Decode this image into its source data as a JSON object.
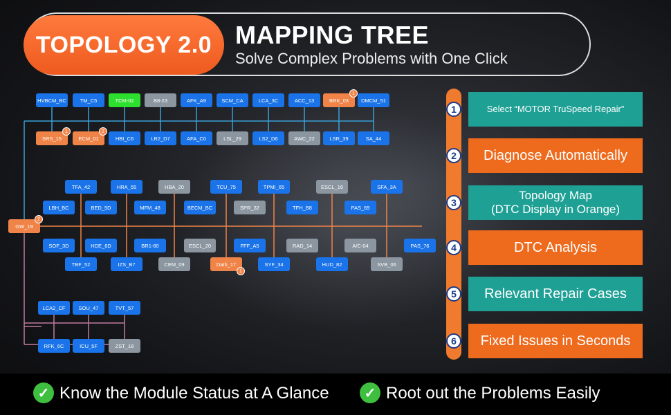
{
  "header": {
    "badge": "TOPOLOGY 2.0",
    "title": "MAPPING TREE",
    "subtitle": "Solve Complex Problems with One Click"
  },
  "modules": [
    {
      "label": "HVBCM_BC",
      "color": "blue"
    },
    {
      "label": "TM_C5",
      "color": "blue"
    },
    {
      "label": "TCM-02",
      "color": "green"
    },
    {
      "label": "B8-23",
      "color": "gray"
    },
    {
      "label": "AFK_A9",
      "color": "blue"
    },
    {
      "label": "SCM_CA",
      "color": "blue"
    },
    {
      "label": "LCA_3C",
      "color": "blue"
    },
    {
      "label": "ACC_13",
      "color": "blue"
    },
    {
      "label": "BRK_03",
      "color": "orange",
      "dtc": "1"
    },
    {
      "label": "DMCM_51",
      "color": "blue"
    },
    {
      "label": "SRS_15",
      "color": "orange",
      "dtc": "1"
    },
    {
      "label": "ECM_01",
      "color": "orange",
      "dtc": "2"
    },
    {
      "label": "HBI_C6",
      "color": "blue"
    },
    {
      "label": "LR2_D7",
      "color": "blue"
    },
    {
      "label": "AFA_C0",
      "color": "blue"
    },
    {
      "label": "LSL_29",
      "color": "gray"
    },
    {
      "label": "LS2_D6",
      "color": "blue"
    },
    {
      "label": "AWC_22",
      "color": "gray"
    },
    {
      "label": "LSR_39",
      "color": "blue"
    },
    {
      "label": "SA_44",
      "color": "blue"
    },
    {
      "label": "GW_19",
      "color": "orange",
      "dtc": "2"
    },
    {
      "label": "TFA_42",
      "color": "blue"
    },
    {
      "label": "HRA_55",
      "color": "blue"
    },
    {
      "label": "HBA_20",
      "color": "gray"
    },
    {
      "label": "TCU_75",
      "color": "blue"
    },
    {
      "label": "TPMI_65",
      "color": "blue"
    },
    {
      "label": "ESCL_16",
      "color": "gray"
    },
    {
      "label": "SFA_3A",
      "color": "blue"
    },
    {
      "label": "LBH_BC",
      "color": "blue"
    },
    {
      "label": "BED_5D",
      "color": "blue"
    },
    {
      "label": "MFM_48",
      "color": "blue"
    },
    {
      "label": "BECM_BC",
      "color": "blue"
    },
    {
      "label": "SPR_32",
      "color": "gray"
    },
    {
      "label": "TFH_B8",
      "color": "blue"
    },
    {
      "label": "PAS_69",
      "color": "blue"
    },
    {
      "label": "SOF_3D",
      "color": "blue"
    },
    {
      "label": "HDE_6D",
      "color": "blue"
    },
    {
      "label": "BR1-80",
      "color": "blue"
    },
    {
      "label": "ESCL_20",
      "color": "gray"
    },
    {
      "label": "FFF_A5",
      "color": "blue"
    },
    {
      "label": "RAD_14",
      "color": "gray"
    },
    {
      "label": "A/C-04",
      "color": "gray"
    },
    {
      "label": "PAS_76",
      "color": "blue"
    },
    {
      "label": "TBF_52",
      "color": "blue"
    },
    {
      "label": "IZS_B7",
      "color": "blue"
    },
    {
      "label": "CEM_09",
      "color": "gray"
    },
    {
      "label": "Dath_17",
      "color": "orange",
      "dtc": "1"
    },
    {
      "label": "SYF_34",
      "color": "blue"
    },
    {
      "label": "HUD_82",
      "color": "blue"
    },
    {
      "label": "SVB_06",
      "color": "gray"
    },
    {
      "label": "LCA2_CF",
      "color": "blue"
    },
    {
      "label": "SOU_47",
      "color": "blue"
    },
    {
      "label": "TVT_57",
      "color": "blue"
    },
    {
      "label": "RFK_6C",
      "color": "blue"
    },
    {
      "label": "ICU_5F",
      "color": "blue"
    },
    {
      "label": "ZST_18",
      "color": "gray"
    }
  ],
  "steps": [
    {
      "num": "1",
      "text": "Select “MOTOR TruSpeed Repair”",
      "style": "teal"
    },
    {
      "num": "2",
      "text": "Diagnose Automatically",
      "style": "orange"
    },
    {
      "num": "3",
      "text": "Topology Map\n(DTC Display in Orange)",
      "style": "teal"
    },
    {
      "num": "4",
      "text": "DTC Analysis",
      "style": "orange"
    },
    {
      "num": "5",
      "text": "Relevant Repair Cases",
      "style": "teal"
    },
    {
      "num": "6",
      "text": "Fixed Issues in Seconds",
      "style": "orange"
    }
  ],
  "footer": {
    "features": [
      "Know the Module Status at A Glance",
      "Root out the Problems Easily"
    ]
  },
  "colors": {
    "blue": "#1a73e8",
    "orange": "#f08448",
    "gray": "#8b96a0",
    "green": "#2ee02e",
    "teal": "#1fa095",
    "accent": "#ee6a1c"
  }
}
